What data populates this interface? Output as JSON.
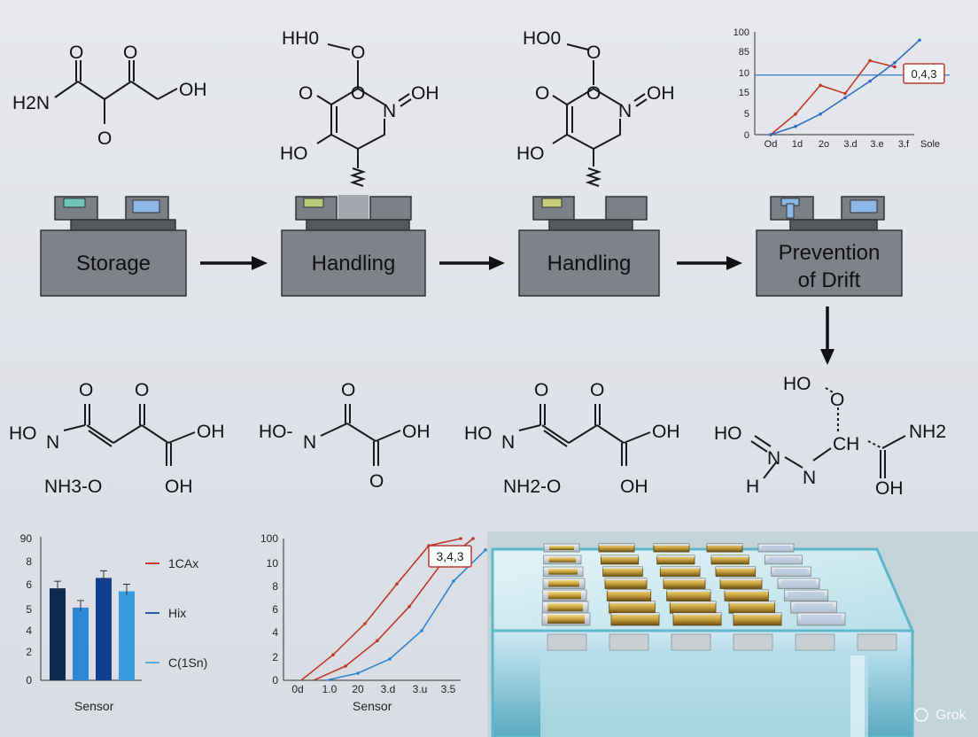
{
  "process": {
    "step1": "Storage",
    "step2": "Handling",
    "step3": "Handling",
    "step4_line1": "Prevention",
    "step4_line2": "of Drift"
  },
  "molecules_top": {
    "m1": {
      "o1": "O",
      "o2": "O",
      "h2n": "H2N",
      "oh": "OH",
      "o3": "O"
    },
    "m2": {
      "hh": "HH0",
      "o_top": "O",
      "o_left": "O",
      "o_mid": "O",
      "n": "N",
      "oh": "OH",
      "ho": "HO"
    },
    "m3": {
      "ho": "HO0",
      "o_top": "O",
      "o_left": "O",
      "o_mid": "O",
      "n": "N",
      "oh": "OH",
      "ho2": "HO"
    }
  },
  "molecules_bottom": {
    "m1": {
      "o1": "O",
      "o2": "O",
      "ho": "HO",
      "n": "N",
      "oh": "OH",
      "nh3": "NH3-O",
      "oh2": "OH"
    },
    "m2": {
      "o1": "O",
      "ho": "HO-",
      "n": "N",
      "oh": "OH",
      "o2": "O"
    },
    "m3": {
      "o1": "O",
      "o2": "O",
      "ho": "HO",
      "n": "N",
      "oh": "OH",
      "nh2": "NH2-O",
      "oh2": "OH"
    },
    "m4": {
      "ho_top": "HO",
      "o": "O",
      "ho": "HO",
      "n1": "N",
      "ch": "CH",
      "nh2": "NH2",
      "h": "H",
      "n2": "N",
      "oh": "OH"
    }
  },
  "chart_top_right": {
    "callout": "0,4,3",
    "xlabel_end": "Sole"
  },
  "chart_bottom_left": {
    "xlabel": "Sensor"
  },
  "chart_bottom_mid": {
    "callout": "3,4,3",
    "xlabel": "Sensor"
  },
  "chart_data": [
    {
      "type": "line",
      "title": "",
      "xlabel": "Sole",
      "ylabel": "",
      "y_tick_labels": [
        "0",
        "5",
        "15",
        "10",
        "85",
        "100"
      ],
      "x_tick_labels": [
        "Od",
        "1d",
        "2o",
        "3.d",
        "3.e",
        "3.f"
      ],
      "ylim": [
        0,
        100
      ],
      "x": [
        0,
        1,
        2,
        3,
        4,
        5,
        6
      ],
      "reference_line": 58,
      "series": [
        {
          "values": [
            0,
            20,
            48,
            40,
            72,
            66,
            null
          ],
          "color": "#c0392b"
        },
        {
          "values": [
            0,
            8,
            20,
            36,
            52,
            70,
            92
          ],
          "color": "#2e6fc4"
        }
      ],
      "annotation": "0,4,3"
    },
    {
      "type": "bar",
      "title": "",
      "xlabel": "Sensor",
      "y_tick_labels": [
        "0",
        "2",
        "4",
        "5",
        "6",
        "8",
        "90"
      ],
      "categories": [
        "",
        "",
        "",
        ""
      ],
      "values": [
        6.2,
        4.9,
        6.9,
        6.0
      ],
      "colors": [
        "#0d2a4f",
        "#2e86d4",
        "#143f8f",
        "#3a9be0"
      ],
      "legend": [
        {
          "name": "1CAx",
          "color": "#c0392b"
        },
        {
          "name": "Hix",
          "color": "#2a5aa8"
        },
        {
          "name": "C(1Sn)",
          "color": "#5aa4e0"
        }
      ]
    },
    {
      "type": "line",
      "title": "",
      "xlabel": "Sensor",
      "y_tick_labels": [
        "0",
        "2",
        "4",
        "6",
        "8",
        "10",
        "100"
      ],
      "x_tick_labels": [
        "0d",
        "1.0",
        "20",
        "3.d",
        "3.u",
        "3.5"
      ],
      "ylim": [
        0,
        100
      ],
      "series": [
        {
          "values": [
            0,
            18,
            40,
            68,
            95,
            100
          ],
          "color": "#c0392b"
        },
        {
          "values": [
            0,
            10,
            28,
            52,
            82,
            100
          ],
          "color": "#c0392b"
        },
        {
          "values": [
            0,
            5,
            15,
            35,
            70,
            92
          ],
          "color": "#2e86d4"
        }
      ],
      "annotation": "3,4,3"
    }
  ],
  "watermark": "Grok"
}
